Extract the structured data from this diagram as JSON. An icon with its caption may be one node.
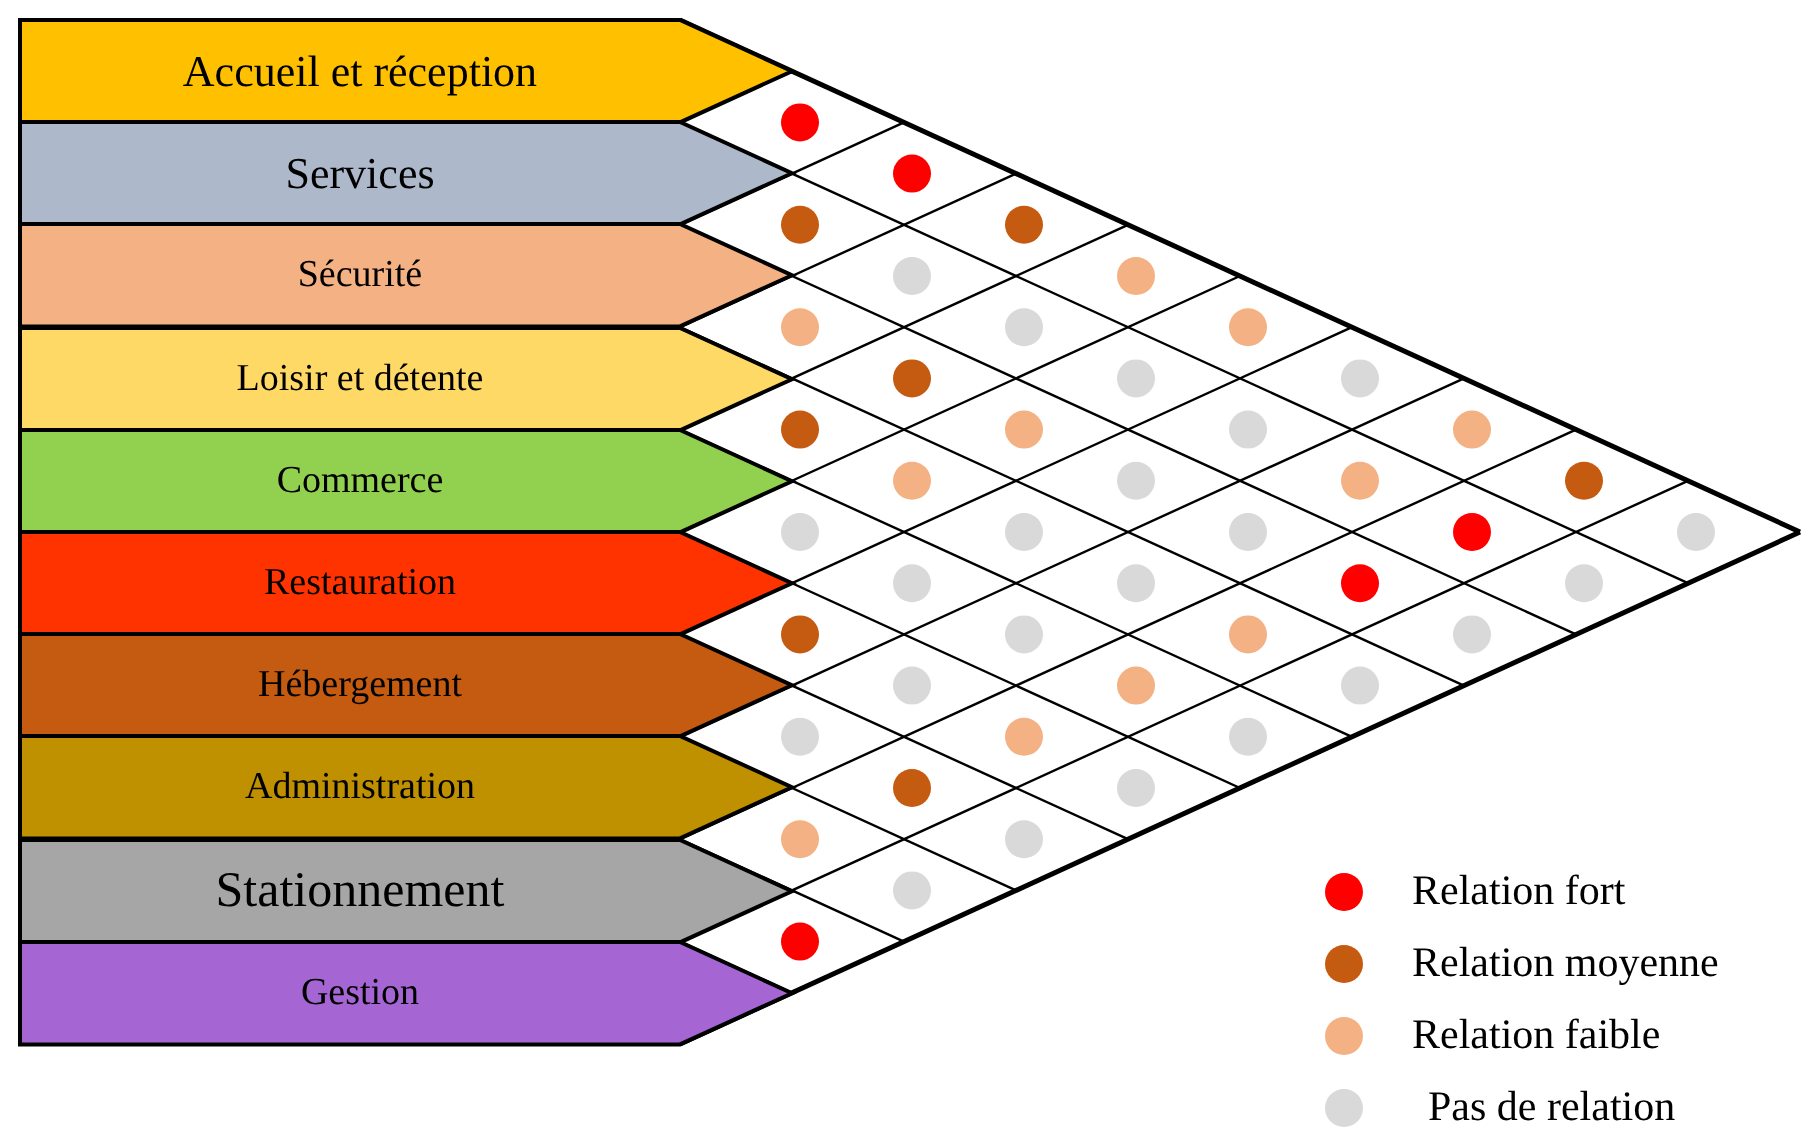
{
  "diagram": {
    "nodes": [
      {
        "text": [
          "Accueil et réception"
        ]
      },
      {
        "text": [
          "Services"
        ]
      },
      {
        "text": [
          "Sécurité"
        ]
      },
      {
        "text": [
          "Loisir et détente"
        ]
      },
      {
        "text": [
          "Commerce"
        ]
      },
      {
        "text": [
          "Restauration"
        ]
      },
      {
        "text": [
          "Hébergement"
        ]
      },
      {
        "text": [
          "Administration"
        ]
      },
      {
        "text": [
          "Stationnement"
        ]
      },
      {
        "text": [
          "Gestion"
        ]
      }
    ],
    "legend": [
      {
        "text": "Relation fort",
        "color": "#ff0000"
      },
      {
        "text": "Relation moyenne",
        "color": "#c55a11"
      },
      {
        "text": "Relation faible",
        "color": "#f4b183"
      },
      {
        "text": "Pas de relation",
        "color": "#d9d9d9"
      }
    ]
  }
}
